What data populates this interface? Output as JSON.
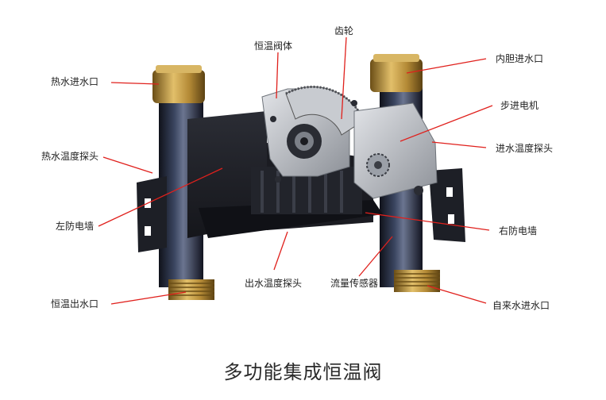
{
  "title": "多功能集成恒温阀",
  "labels": {
    "gear": "齿轮",
    "valve_body": "恒温阀体",
    "hot_inlet": "热水进水口",
    "inner_inlet": "内胆进水口",
    "stepper_motor": "步进电机",
    "hot_temp_probe": "热水温度探头",
    "inlet_temp_probe": "进水温度探头",
    "left_wall": "左防电墙",
    "right_wall": "右防电墙",
    "outlet_temp_probe": "出水温度探头",
    "flow_sensor": "流量传感器",
    "mixed_outlet": "恒温出水口",
    "tap_inlet": "自来水进水口"
  },
  "colors": {
    "leader_line": "#e0201c",
    "brass": "#c9a24a",
    "metal_dark": "#1f2026",
    "metal_blue": "#2c3550",
    "silver": "#b8bcc2"
  }
}
